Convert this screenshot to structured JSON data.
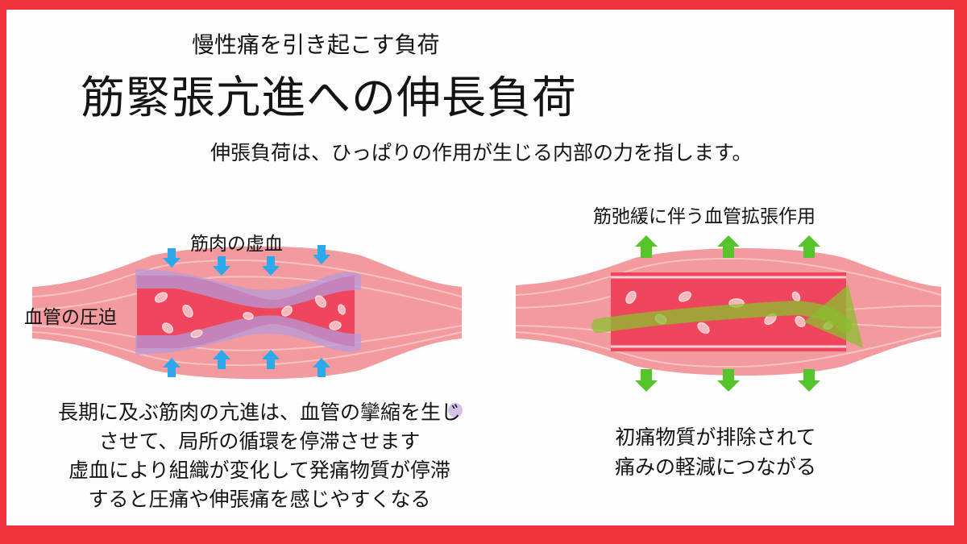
{
  "slide": {
    "subtitle": "慢性痛を引き起こす負荷",
    "title": "筋緊張亢進への伸長負荷",
    "definition": "伸張負荷は、ひっぱりの作用が生じる内部の力を指します。"
  },
  "left_diagram": {
    "label_ischemia": "筋肉の虚血",
    "label_compression": "血管の圧迫",
    "description_lines": [
      "長期に及ぶ筋肉の亢進は、血管の攣縮を生じ",
      "させて、局所の循環を停滞させます",
      "虚血により組織が変化して発痛物質が停滞",
      "すると圧痛や伸張痛を感じやすくなる"
    ]
  },
  "right_diagram": {
    "label_dilation": "筋弛緩に伴う血管拡張作用",
    "description_lines": [
      "初痛物質が排除されて",
      "痛みの軽減につながる"
    ]
  },
  "colors": {
    "frame": "#f0343b",
    "muscle": "#f29a9e",
    "muscle_light": "#f7c3c5",
    "vessel": "#f0465d",
    "vessel_wall": "#d83048",
    "compression_overlay": "#b79ad8",
    "arrow_inward": "#2ba9ea",
    "arrow_outward": "#56c42b",
    "flow_arrow": "#8bbf2f"
  }
}
